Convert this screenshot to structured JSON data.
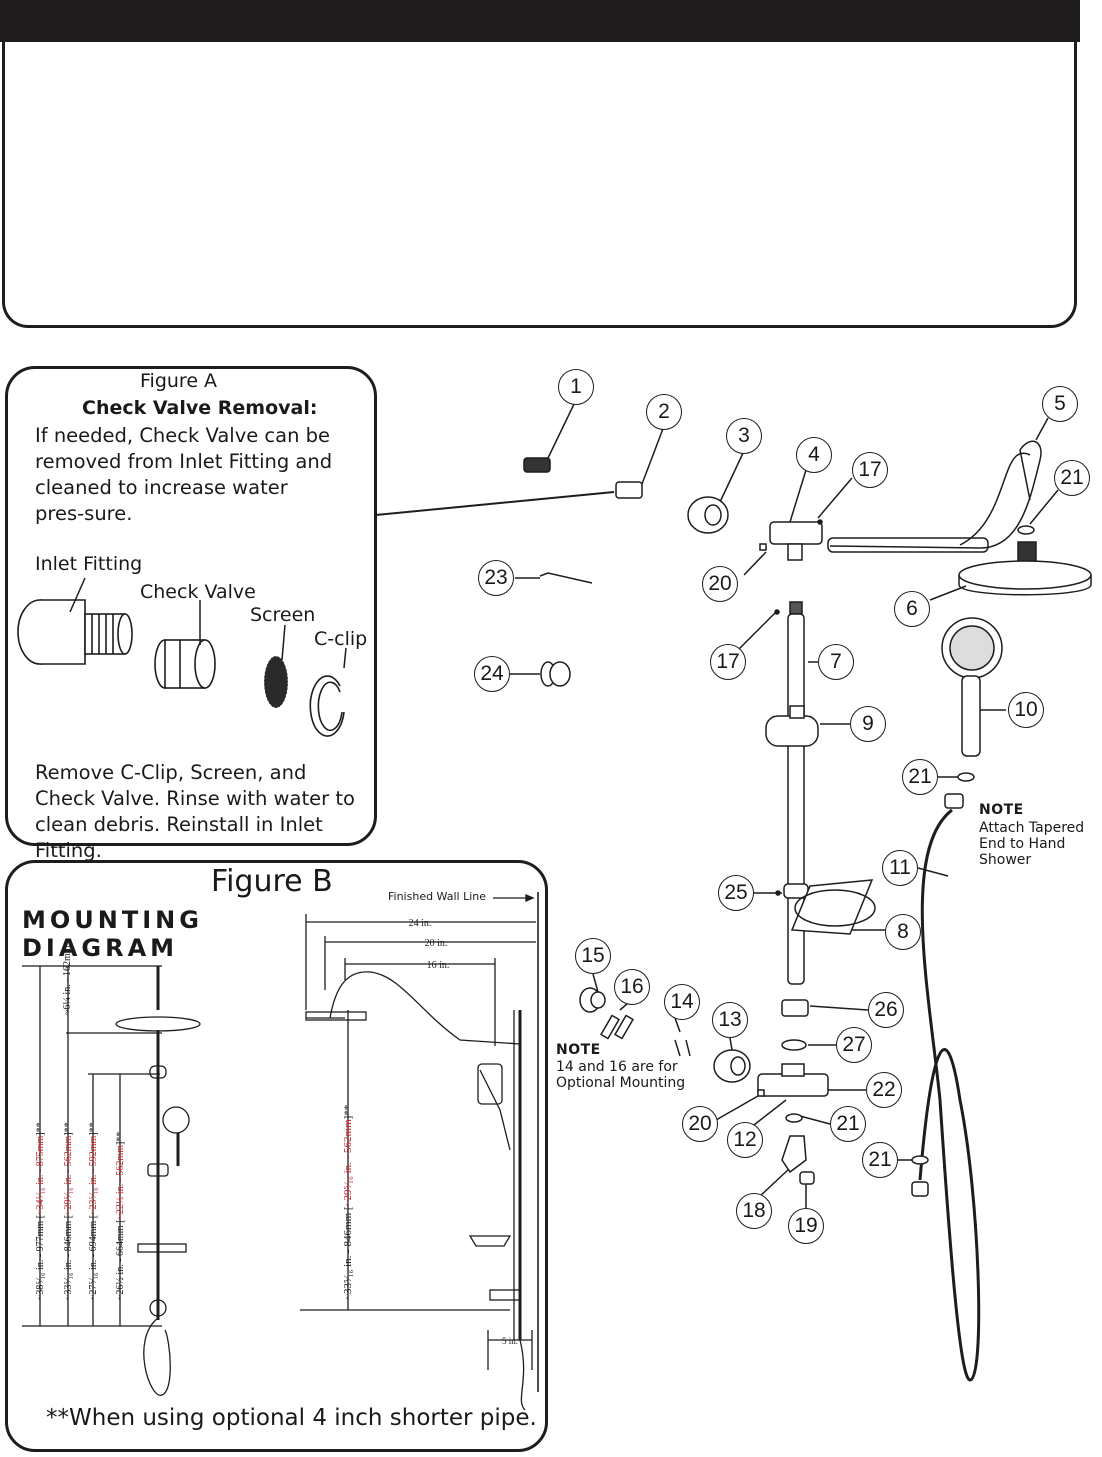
{
  "figure_a": {
    "title": "Figure A",
    "subtitle": "Check Valve Removal:",
    "intro": "If needed, Check Valve can be removed from Inlet Fitting and cleaned to increase water pres-sure.",
    "labels": {
      "inlet_fitting": "Inlet Fitting",
      "check_valve": "Check Valve",
      "screen": "Screen",
      "c_clip": "C-clip"
    },
    "instructions": "Remove C-Clip, Screen, and Check Valve. Rinse with water to clean debris. Reinstall in Inlet Fitting."
  },
  "figure_b": {
    "title": "Figure B",
    "heading": "MOUNTING DIAGRAM",
    "finished_wall_line": "Finished Wall Line",
    "horizontal_dims": [
      "24 in.",
      "20 in.",
      "16 in.",
      "5 in."
    ],
    "top_dim": "~6¼ in. - 162mm",
    "vertical_dims": [
      {
        "black": "~38⁵⁄₁₆ in. - 977mm [",
        "red": "~34⁵⁄₁₆ in. - 875mm",
        "tail": "]**"
      },
      {
        "black": "~33⁵⁄₁₆ in. - 846mm [",
        "red": "~29⁵⁄₁₆ in. - 562mm",
        "tail": "]**"
      },
      {
        "black": "~27⁵⁄₁₆ in. - 694mm [",
        "red": "~23⁵⁄₁₆ in. - 592mm",
        "tail": "]**"
      },
      {
        "black": "~26½ in. - 664mm [",
        "red": "~22½ in. - 562mm",
        "tail": "]**"
      }
    ],
    "side_dim": {
      "black": "~33⁵⁄₁₆ in. - 846mm [",
      "red": "~29⁵⁄₁₆ in. - 562mm",
      "tail": "]**"
    },
    "footnote": "**When using optional 4 inch shorter pipe."
  },
  "parts": {
    "callouts": [
      "1",
      "2",
      "3",
      "4",
      "5",
      "21",
      "17",
      "20",
      "23",
      "6",
      "17",
      "7",
      "24",
      "9",
      "10",
      "21",
      "11",
      "25",
      "8",
      "15",
      "16",
      "14",
      "13",
      "26",
      "27",
      "22",
      "20",
      "21",
      "12",
      "21",
      "18",
      "19"
    ],
    "note_hose": {
      "title": "NOTE",
      "body": "Attach Tapered End to Hand Shower"
    },
    "note_mount": {
      "title": "NOTE",
      "body": "14 and 16 are for Optional Mounting"
    }
  },
  "colors": {
    "ink": "#1f1c1d",
    "dimension_red": "#d2232a"
  }
}
